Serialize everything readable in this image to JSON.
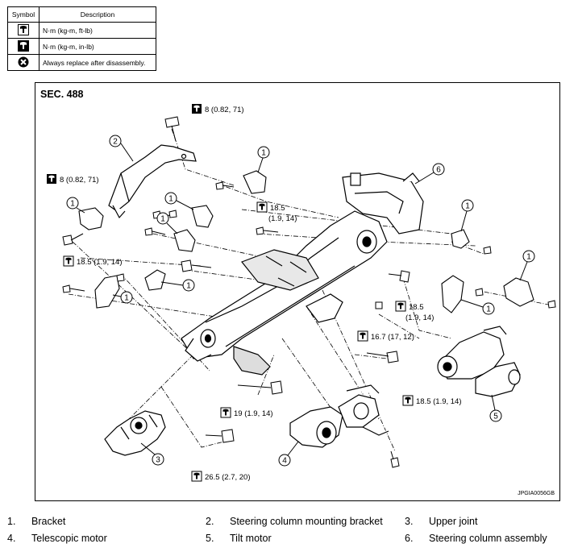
{
  "legend": {
    "header_symbol": "Symbol",
    "header_description": "Description",
    "rows": [
      {
        "icon": "torque-wrench-icon",
        "text": "N·m (kg-m, ft-lb)"
      },
      {
        "icon": "torque-wrench-filled-icon",
        "text": "N·m (kg-m, in-lb)"
      },
      {
        "icon": "replace-x-icon",
        "text": "Always replace after disassembly."
      }
    ]
  },
  "diagram": {
    "section": "SEC. 488",
    "code": "JPGIA0056GB",
    "torques": [
      {
        "id": "t1",
        "text": "8 (0.82, 71)",
        "filled": true
      },
      {
        "id": "t2",
        "text": "8 (0.82, 71)",
        "filled": true
      },
      {
        "id": "t3",
        "text": "18.5",
        "line2": "(1.9, 14)",
        "filled": false
      },
      {
        "id": "t4",
        "text": "18.5 (1.9, 14)",
        "filled": false
      },
      {
        "id": "t5",
        "text": "18.5",
        "line2": "(1.9, 14)",
        "filled": false
      },
      {
        "id": "t6",
        "text": "16.7 (17, 12)",
        "filled": false
      },
      {
        "id": "t7",
        "text": "18.5 (1.9, 14)",
        "filled": false
      },
      {
        "id": "t8",
        "text": "19 (1.9, 14)",
        "filled": false
      },
      {
        "id": "t9",
        "text": "26.5 (2.7, 20)",
        "filled": false
      }
    ],
    "callouts": [
      "2",
      "1",
      "6",
      "1",
      "1",
      "1",
      "1",
      "1",
      "1",
      "1",
      "1",
      "1",
      "5",
      "3",
      "4"
    ]
  },
  "parts": [
    {
      "num": "1.",
      "label": "Bracket"
    },
    {
      "num": "2.",
      "label": "Steering column mounting bracket"
    },
    {
      "num": "3.",
      "label": "Upper joint"
    },
    {
      "num": "4.",
      "label": "Telescopic motor"
    },
    {
      "num": "5.",
      "label": "Tilt motor"
    },
    {
      "num": "6.",
      "label": "Steering column assembly"
    }
  ]
}
